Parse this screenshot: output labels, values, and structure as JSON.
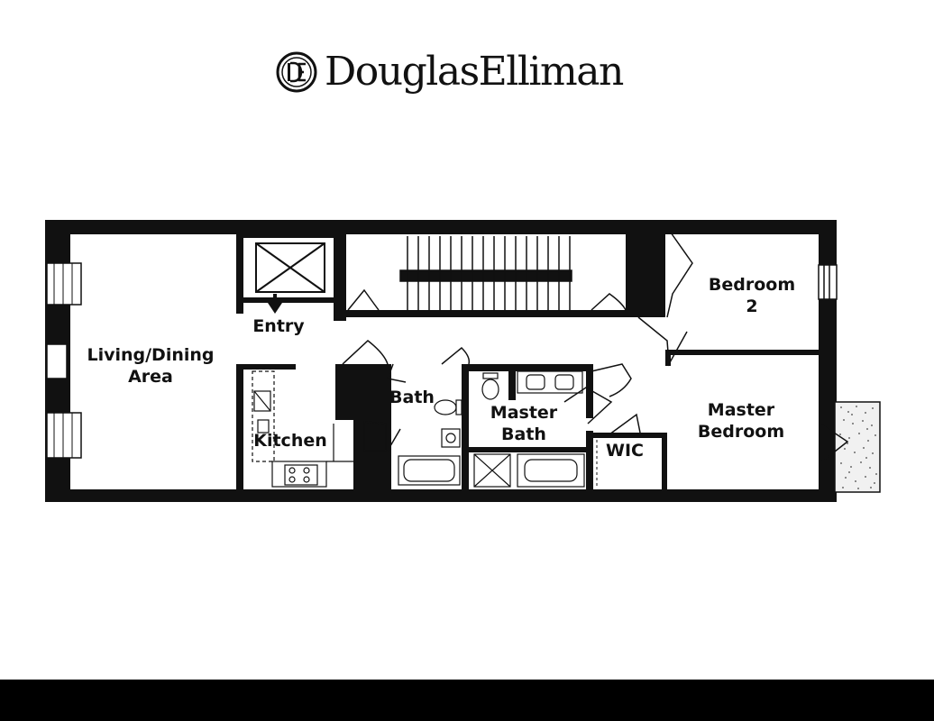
{
  "brand": {
    "name": "DouglasElliman",
    "logo_icon": "de-monogram-icon"
  },
  "floor_plan": {
    "rooms": {
      "living_dining": "Living/Dining\nArea",
      "entry": "Entry",
      "kitchen": "Kitchen",
      "bath": "Bath",
      "master_bath": "Master\nBath",
      "wic": "WIC",
      "bedroom2": "Bedroom\n2",
      "master_bedroom": "Master\nBedroom"
    }
  },
  "colors": {
    "wall": "#111111",
    "background": "#ffffff",
    "footer": "#000000"
  }
}
